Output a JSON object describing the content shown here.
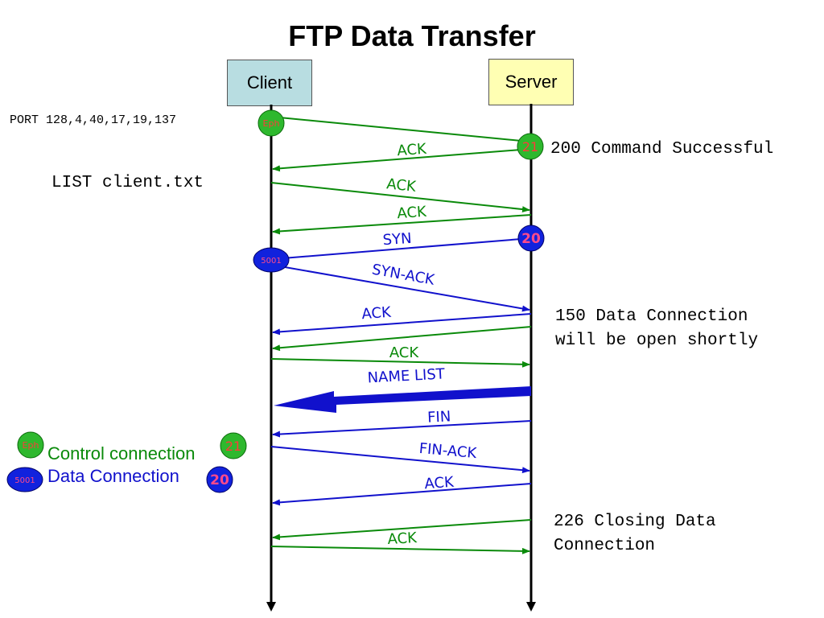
{
  "title": "FTP Data Transfer",
  "client_label": "Client",
  "server_label": "Server",
  "port_note": "PORT 128,4,40,17,19,137",
  "list_note": "LIST client.txt",
  "response_200": "200 Command Successful",
  "response_150_line1": "150 Data Connection",
  "response_150_line2": "will be open shortly",
  "response_226_line1": "226 Closing Data",
  "response_226_line2": "Connection",
  "endpoints": {
    "client_control": "Eph",
    "server_control": "21",
    "client_data": "5001",
    "server_data": "20"
  },
  "messages": {
    "ack_1": "ACK",
    "ack_2": "ACK",
    "ack_3": "ACK",
    "syn": "SYN",
    "syn_ack": "SYN-ACK",
    "ack_4": "ACK",
    "ack_5": "ACK",
    "name_list": "NAME LIST",
    "fin": "FIN",
    "fin_ack": "FIN-ACK",
    "ack_6": "ACK",
    "ack_7": "ACK"
  },
  "legend": {
    "control_label": "Control connection",
    "data_label": "Data Connection"
  },
  "colors": {
    "control": "#0a8a0a",
    "data": "#1111cc",
    "circle_green": "#2eb82e",
    "circle_blue": "#1122dd",
    "circle_text": "#ff3a3a"
  }
}
